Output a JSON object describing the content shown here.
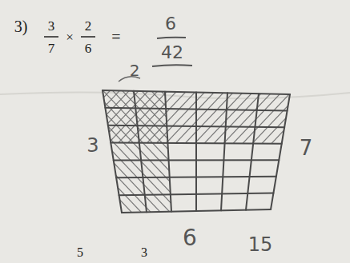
{
  "diagram": {
    "labels": [
      "3)",
      "3",
      "7",
      "×",
      "2",
      "6",
      "=",
      "6",
      "42",
      "2",
      "3",
      "7",
      "6",
      "15",
      "5",
      "3"
    ]
  }
}
